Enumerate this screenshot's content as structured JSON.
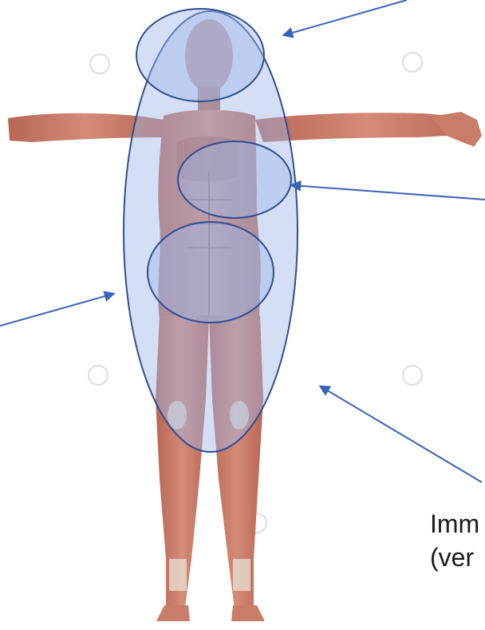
{
  "diagram": {
    "colors": {
      "overlay_fill": "#9fb7e8",
      "overlay_stroke": "#2f4f8f",
      "arrow": "#3a63b8",
      "skin": "#c97d69",
      "muscle_dark": "#9c4f44",
      "tendon": "#e6dccd",
      "watermark": "#d8d8d8"
    },
    "regions": [
      "head",
      "chest",
      "abdomen",
      "torso-body"
    ],
    "label": {
      "line1": "Imm",
      "line2": "(ver"
    }
  }
}
